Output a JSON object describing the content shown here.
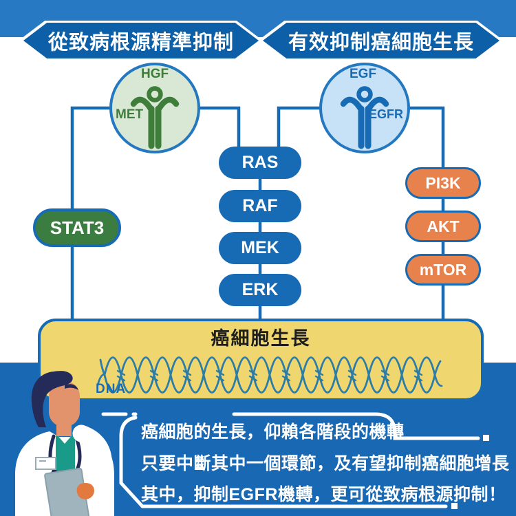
{
  "banners": {
    "left": "從致病根源精準抑制",
    "right": "有效抑制癌細胞生長"
  },
  "receptors": {
    "met": {
      "ligand_label": "HGF",
      "receptor_label": "MET"
    },
    "egfr": {
      "ligand_label": "EGF",
      "receptor_label": "EGFR"
    }
  },
  "pathway": {
    "left_node": "STAT3",
    "middle_nodes": [
      "RAS",
      "RAF",
      "MEK",
      "ERK"
    ],
    "right_nodes": [
      "PI3K",
      "AKT",
      "mTOR"
    ]
  },
  "growth_box": {
    "title": "癌細胞生長",
    "dna_label": "DNA"
  },
  "callout": {
    "lines": [
      "癌細胞的生長，仰賴各階段的機轉",
      "只要中斷其中一個環節，及有望抑制癌細胞增長",
      "其中，抑制EGFR機轉，更可從致病根源抑制！"
    ]
  },
  "colors": {
    "top_band_blue": "#2679c2",
    "banner_blue": "#0d5fa7",
    "bottom_blue": "#1968b3",
    "line_and_pill_blue": "#176bb4",
    "pill_orange": "#e8824c",
    "pill_green": "#3b7c40",
    "met_circle_fill": "#d8e8d4",
    "met_green": "#3e7d3a",
    "egfr_circle_fill": "#c7e1f6",
    "growth_box_yellow": "#f0d66f",
    "dna_strand_teal": "#2b7da8"
  }
}
